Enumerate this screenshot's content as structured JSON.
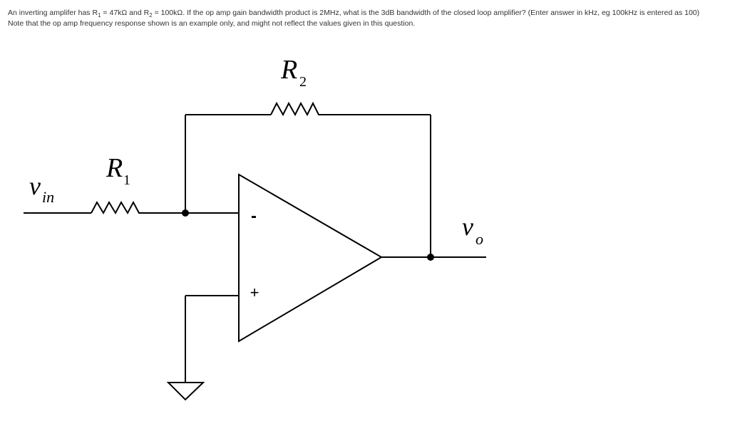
{
  "question": {
    "intro": "An inverting amplifer has R",
    "r1_sub": "1",
    "mid1": " = 47kΩ and R",
    "r2_sub": "2",
    "mid2": " = 100kΩ. If the op amp gain bandwidth product is 2MHz, what is the 3dB bandwidth of the closed loop amplifier? (Enter answer in kHz, eg 100kHz is entered as 100)",
    "note": "Note that the op amp frequency response shown is an example only, and might not reflect the values given in this question."
  },
  "circuit": {
    "r2_label": "R",
    "r2_sub": "2",
    "r1_label": "R",
    "r1_sub": "1",
    "vin_label": "v",
    "vin_sub": "in",
    "vo_label": "v",
    "vo_sub": "o",
    "minus_sign": "-",
    "plus_sign": "+"
  }
}
